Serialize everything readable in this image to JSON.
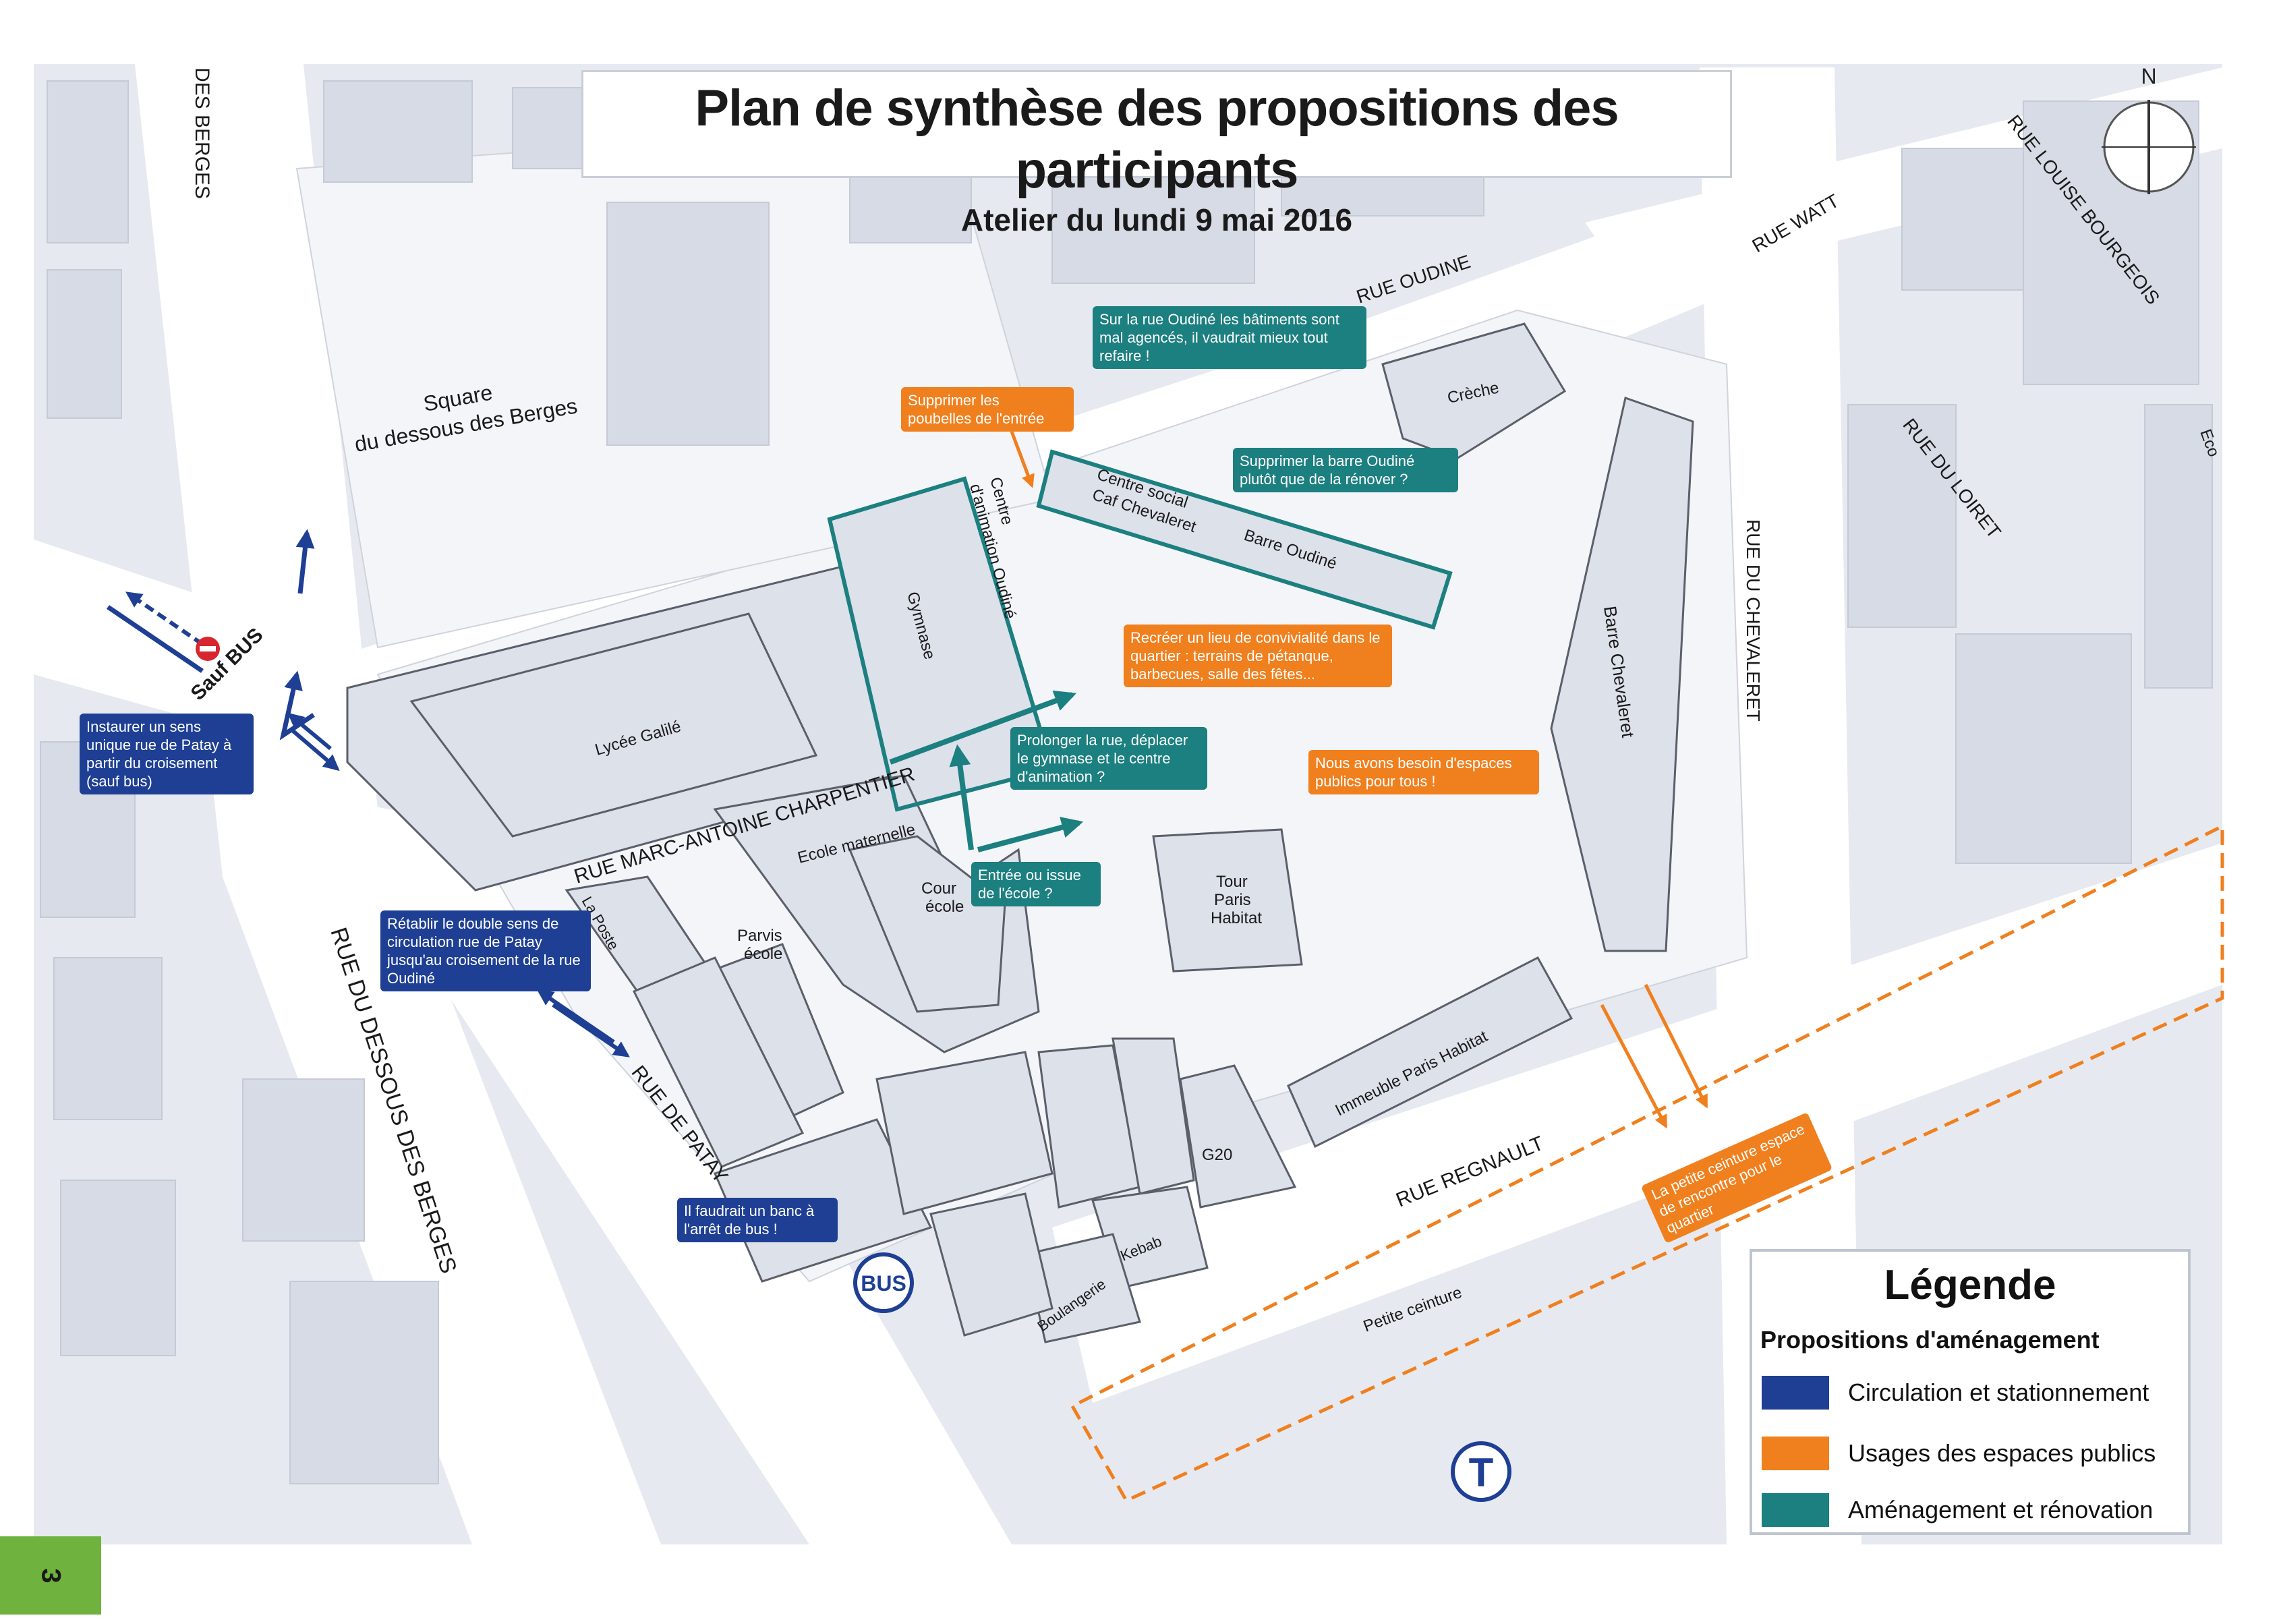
{
  "title": "Plan de synthèse des propositions des participants",
  "subtitle": "Atelier du lundi 9 mai 2016",
  "compass_label": "N",
  "streets": {
    "des_berges": "DES BERGES",
    "oudine": "RUE OUDINE",
    "watt": "RUE WATT",
    "louise_bourgeois": "RUE LOUISE BOURGEOIS",
    "loiret": "RUE DU LOIRET",
    "chevaleret": "RUE DU CHEVALERET",
    "marc_antoine": "RUE MARC-ANTOINE CHARPENTIER",
    "dessous_des_berges": "RUE DU DESSOUS DES BERGES",
    "patay": "RUE DE PATAY",
    "regnault": "RUE REGNAULT",
    "petite_ceinture": "Petite ceinture"
  },
  "places": {
    "square": "Square",
    "square_sub": "du dessous des Berges",
    "creche": "Crèche",
    "ecole_cut": "Eco",
    "centre_social": "Centre social",
    "caf": "Caf Chevaleret",
    "barre_oudine": "Barre Oudiné",
    "gymnase": "Gymnase",
    "centre_anim_1": "Centre",
    "centre_anim_2": "d'animation Oudiné",
    "barre_chevaleret": "Barre Chevaleret",
    "lycee": "Lycée Galilé",
    "ecole_maternelle": "Ecole maternelle",
    "cour_1": "Cour",
    "cour_2": "école",
    "parvis_1": "Parvis",
    "parvis_2": "école",
    "poste": "La Poste",
    "tour_1": "Tour",
    "tour_2": "Paris",
    "tour_3": "Habitat",
    "immeuble": "Immeuble Paris Habitat",
    "g20": "G20",
    "kebab": "Kebab",
    "boulangerie": "Boulangerie",
    "sauf_bus": "Sauf BUS",
    "bus": "BUS",
    "tram": "T"
  },
  "notes": {
    "instaurer": "Instaurer un sens unique rue de Patay à partir du croisement (sauf bus)",
    "retablir": "Rétablir le double sens de circulation rue de Patay jusqu'au croisement de la rue Oudiné",
    "banc": "Il faudrait un banc à l'arrêt de bus !",
    "supprimer_poubelles": "Supprimer les poubelles de l'entrée",
    "recreer": "Recréer un lieu de convivialité dans le quartier : terrains de pétanque, barbecues, salle des fêtes...",
    "espaces": "Nous avons besoin d'espaces publics pour tous !",
    "petite_ceinture": "La petite ceinture espace de rencontre pour le quartier",
    "oudine_batiments": "Sur la rue Oudiné les bâtiments sont mal agencés, il vaudrait mieux tout refaire !",
    "supprimer_barre": "Supprimer la barre Oudiné plutôt que de la rénover ?",
    "prolonger": "Prolonger la rue, déplacer le gymnase et le centre d'animation ?",
    "entree": "Entrée ou issue de l'école ?"
  },
  "legend": {
    "title": "Légende",
    "subtitle": "Propositions d'aménagement",
    "items": [
      {
        "label": "Circulation et stationnement",
        "color": "#1e3f94"
      },
      {
        "label": "Usages des espaces publics",
        "color": "#f07f1e"
      },
      {
        "label": "Aménagement et rénovation",
        "color": "#1c7f80"
      }
    ]
  },
  "page_number": "3",
  "colors": {
    "building_fill": "#dde1ea",
    "building_stroke": "#5b5f6a",
    "blue": "#1e3f94",
    "orange": "#f07f1e",
    "teal": "#1c7f80"
  }
}
